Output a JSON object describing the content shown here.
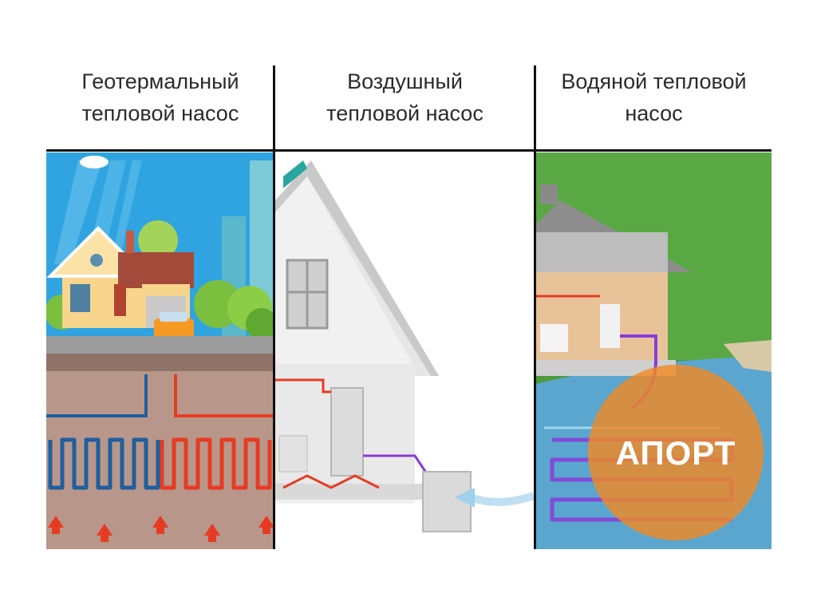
{
  "columns": [
    {
      "line1": "Геотермальный",
      "line2": "тепловой насос",
      "illustration_icon": "geothermal-house-illustration"
    },
    {
      "line1": "Воздушный",
      "line2": "тепловой насос",
      "illustration_icon": "air-source-house-illustration"
    },
    {
      "line1": "Водяной тепловой",
      "line2": "насос",
      "illustration_icon": "water-source-house-illustration"
    }
  ],
  "watermark": {
    "text": "АПОРТ",
    "color": "#f08a24"
  },
  "colors": {
    "hot_pipe": "#e63b22",
    "cold_pipe": "#1f5f9e",
    "purple_pipe": "#8a3bd8",
    "sky": "#2fa4e0",
    "soil": "#b8978a",
    "grass": "#4f9a3a",
    "water": "#5aa6cf"
  }
}
